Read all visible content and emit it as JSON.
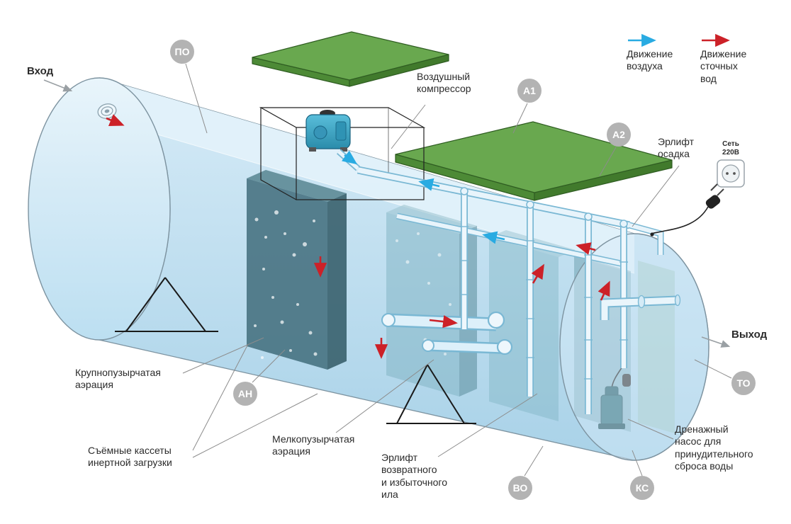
{
  "legend": {
    "air_label": "Движение\nвоздуха",
    "waste_label": "Движение\nсточных\nвод",
    "air_color": "#29abe2",
    "waste_color": "#cc2128"
  },
  "labels": {
    "inlet": "Вход",
    "outlet": "Выход",
    "compressor": "Воздушный\nкомпрессор",
    "sediment_airlift": "Эрлифт\nосадка",
    "power": "Сеть\n220В",
    "coarse_aeration": "Крупнопузырчатая\nаэрация",
    "inert_cassettes": "Съёмные кассеты\nинертной загрузки",
    "fine_aeration": "Мелкопузырчатая\nаэрация",
    "sludge_airlift": "Эрлифт\nвозвратного\nи избыточного\nила",
    "drain_pump": "Дренажный\nнасос для\nпринудительного\nсброса воды"
  },
  "badges": {
    "po": "ПО",
    "a1": "А1",
    "a2": "А2",
    "an": "АН",
    "to": "ТО",
    "vo": "ВО",
    "ks": "КС"
  },
  "colors": {
    "air_arrow": "#29abe2",
    "waste_arrow": "#cc2128",
    "lid_green": "#69a84f",
    "tank_water": "#b5d9ec",
    "badge_gray": "#b3b3b3",
    "pipe_outline": "#7ab8d4"
  }
}
